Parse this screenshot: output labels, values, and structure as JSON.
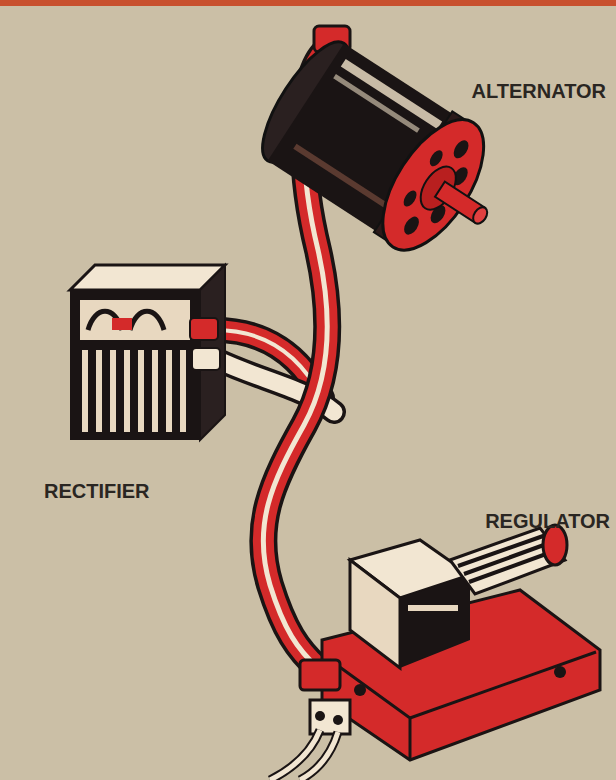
{
  "diagram": {
    "labels": [
      "ALTERNATOR",
      "RECTIFIER",
      "REGULATOR"
    ]
  }
}
